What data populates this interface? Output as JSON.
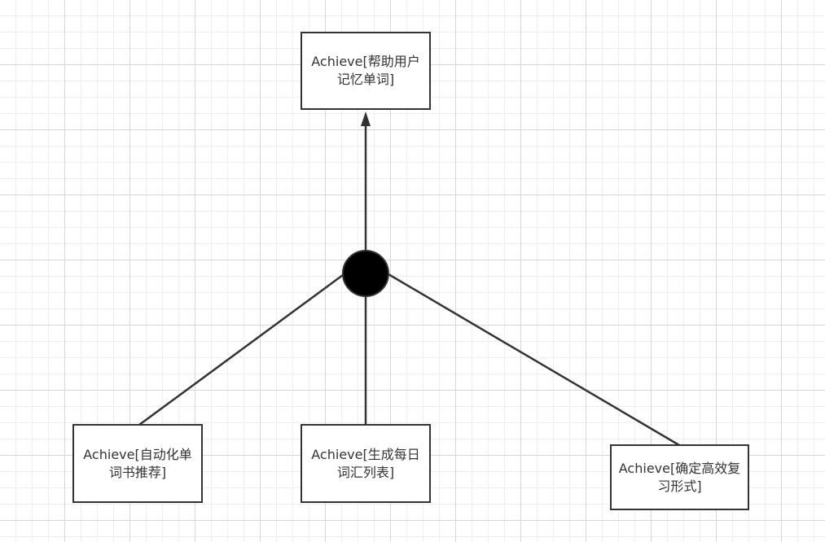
{
  "diagram": {
    "type": "goal-refinement",
    "stroke_color": "#333333",
    "node_fill_color": "#000000",
    "background_color": "#ffffff",
    "grid_color": "#e5e5e5",
    "root_goal": {
      "label": "Achieve[帮助用户记忆单词]"
    },
    "refinement_node": {
      "shape": "filled-circle"
    },
    "subgoals": [
      {
        "label": "Achieve[自动化单词书推荐]"
      },
      {
        "label": "Achieve[生成每日词汇列表]"
      },
      {
        "label": "Achieve[确定高效复习形式]"
      }
    ]
  }
}
